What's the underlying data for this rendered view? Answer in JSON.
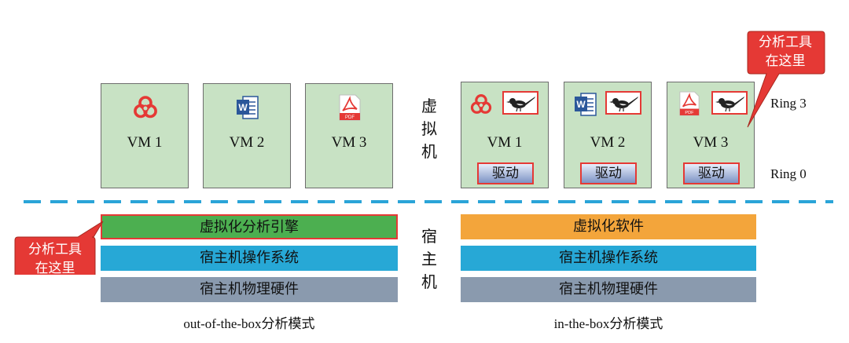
{
  "vm_labels": [
    "VM 1",
    "VM 2",
    "VM 3"
  ],
  "driver_label": "驱动",
  "ring3": "Ring 3",
  "ring0": "Ring 0",
  "vm_side_label": [
    "虚",
    "拟",
    "机"
  ],
  "host_side_label": [
    "宿",
    "主",
    "机"
  ],
  "left": {
    "engine": "虚拟化分析引擎",
    "os": "宿主机操作系统",
    "hw": "宿主机物理硬件",
    "caption": "out-of-the-box分析模式"
  },
  "right": {
    "virt": "虚拟化软件",
    "os": "宿主机操作系统",
    "hw": "宿主机物理硬件",
    "caption": "in-the-box分析模式"
  },
  "callout": [
    "分析工具",
    "在这里"
  ],
  "icons": [
    "biohazard-icon",
    "word-document-icon",
    "pdf-document-icon",
    "magpie-tool-icon"
  ],
  "colors": {
    "vm_fill": "#c8e2c4",
    "engine": "#4caf50",
    "virt_software": "#f3a53b",
    "os": "#27a8d6",
    "hardware": "#8a9aae",
    "callout": "#e53935",
    "dashed_line": "#2aa4d8"
  }
}
